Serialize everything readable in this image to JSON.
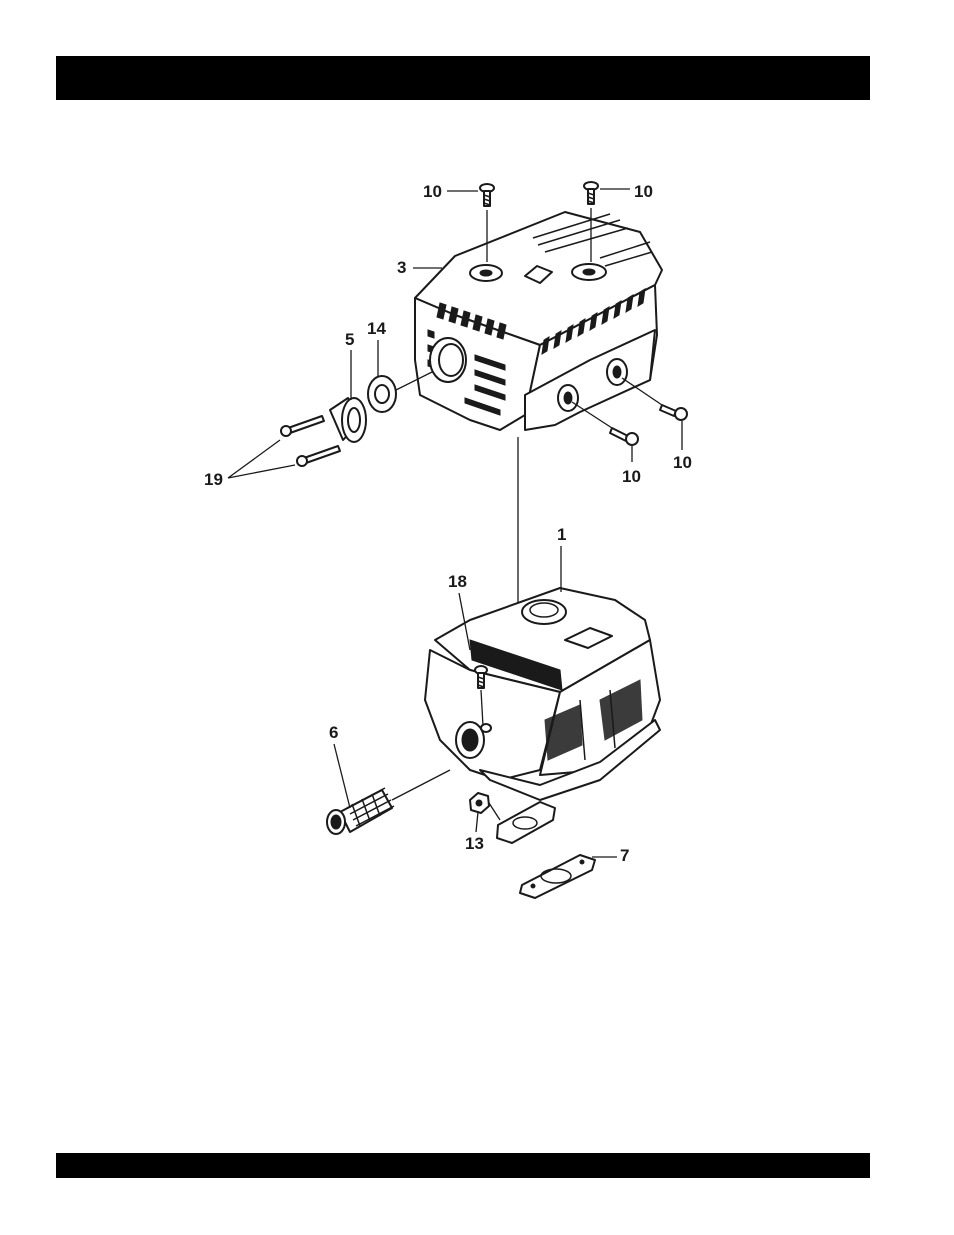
{
  "header_bar": {
    "text": ""
  },
  "footer_bar": {
    "text": ""
  },
  "callouts": {
    "c10_top_left": "10",
    "c10_top_right": "10",
    "c3": "3",
    "c5": "5",
    "c14": "14",
    "c19": "19",
    "c10_bottom_mid": "10",
    "c10_bottom_right": "10",
    "c1": "1",
    "c18": "18",
    "c6": "6",
    "c13": "13",
    "c7": "7"
  }
}
